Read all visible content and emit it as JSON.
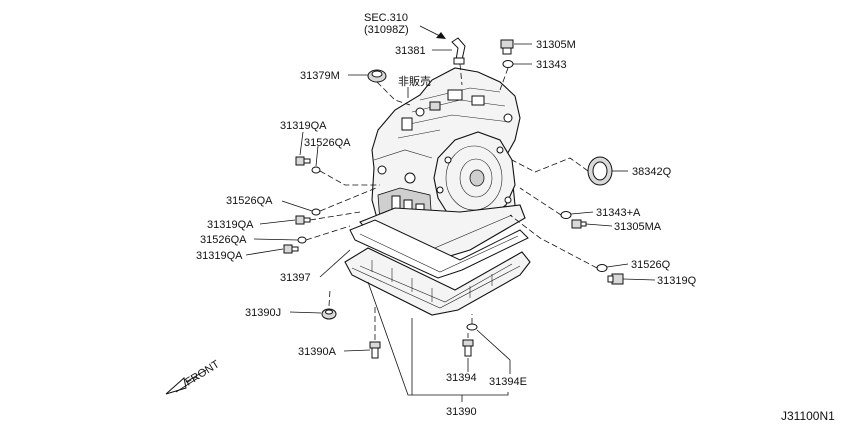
{
  "diagram": {
    "diagram_code": "J31100N1",
    "sec_ref": {
      "line1": "SEC.310",
      "line2": "(31098Z)"
    },
    "note_label": "非販売",
    "front_label": "FRONT",
    "parts": {
      "p31381": "31381",
      "p31305M": "31305M",
      "p31343": "31343",
      "p31379M": "31379M",
      "p31319QA_1": "31319QA",
      "p31526QA_1": "31526QA",
      "p31526QA_2": "31526QA",
      "p31319QA_2": "31319QA",
      "p31526QA_3": "31526QA",
      "p31319QA_3": "31319QA",
      "p38342Q": "38342Q",
      "p31343A": "31343+A",
      "p31305MA": "31305MA",
      "p31526Q": "31526Q",
      "p31319Q": "31319Q",
      "p31397": "31397",
      "p31390J": "31390J",
      "p31390A": "31390A",
      "p31394": "31394",
      "p31394E": "31394E",
      "p31390": "31390"
    }
  }
}
